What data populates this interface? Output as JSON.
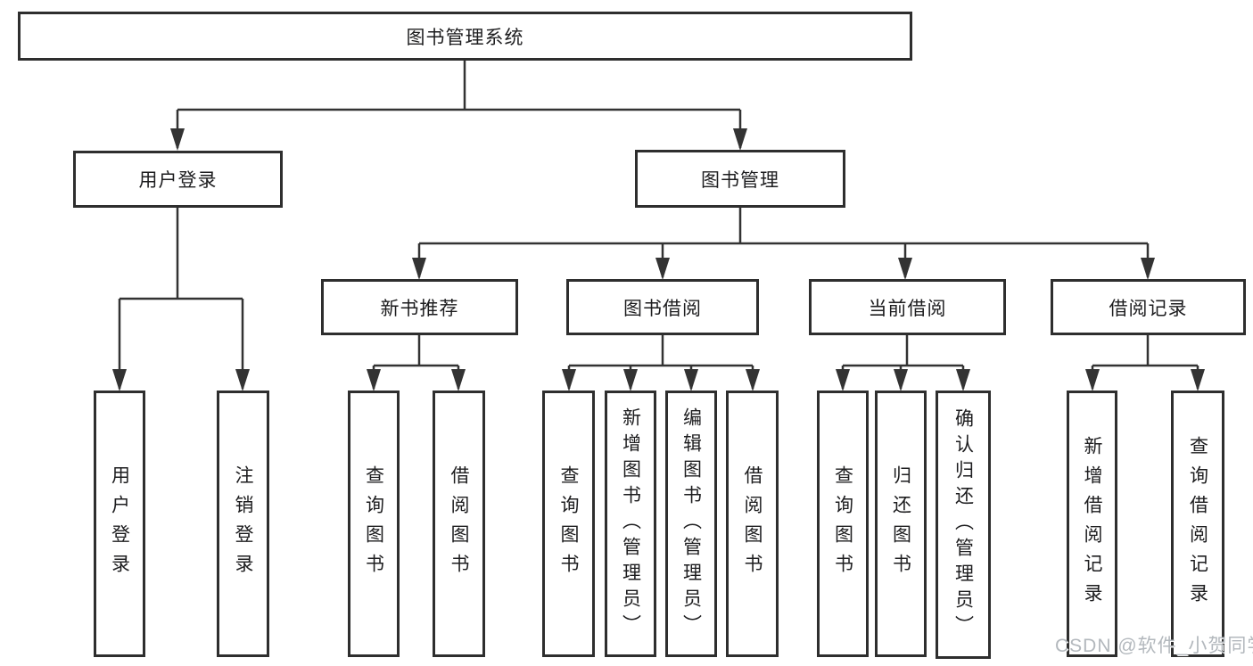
{
  "tree": {
    "label": "图书管理系统",
    "children": [
      {
        "label": "用户登录",
        "children": [
          {
            "label": "用户登录"
          },
          {
            "label": "注销登录"
          }
        ]
      },
      {
        "label": "图书管理",
        "children": [
          {
            "label": "新书推荐",
            "children": [
              {
                "label": "查询图书"
              },
              {
                "label": "借阅图书"
              }
            ]
          },
          {
            "label": "图书借阅",
            "children": [
              {
                "label": "查询图书"
              },
              {
                "label": "新增图书（管理员）"
              },
              {
                "label": "编辑图书（管理员）"
              },
              {
                "label": "借阅图书"
              }
            ]
          },
          {
            "label": "当前借阅",
            "children": [
              {
                "label": "查询图书"
              },
              {
                "label": "归还图书"
              },
              {
                "label": "确认归还（管理员）"
              }
            ]
          },
          {
            "label": "借阅记录",
            "children": [
              {
                "label": "新增借阅记录"
              },
              {
                "label": "查询借阅记录"
              }
            ]
          }
        ]
      }
    ]
  },
  "watermark": "CSDN @软件_小贺同学",
  "colors": {
    "line": "#333333",
    "box_border": "#2e2e2e",
    "box_background": "#ffffff",
    "text": "#1d1d1f",
    "watermark": "#b3b8bd"
  }
}
